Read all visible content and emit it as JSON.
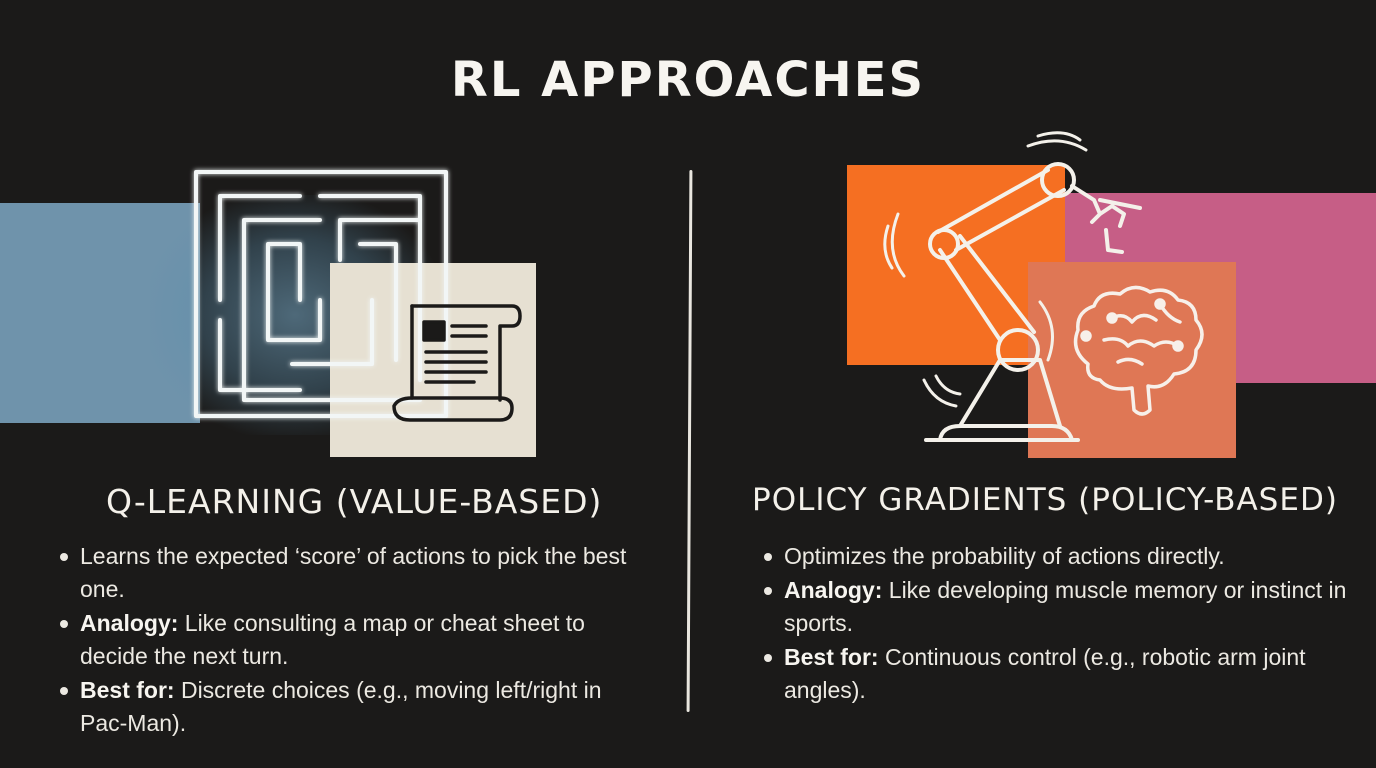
{
  "title": "RL APPROACHES",
  "left": {
    "heading": "Q-LEARNING (VALUE-BASED)",
    "bullets": [
      {
        "label": "",
        "text": "Learns the expected ‘score’ of actions to pick the best one."
      },
      {
        "label": "Analogy:",
        "text": " Like consulting a map or cheat sheet to decide the next turn."
      },
      {
        "label": "Best for:",
        "text": " Discrete choices (e.g., moving left/right in Pac-Man)."
      }
    ],
    "icons": [
      "maze-icon",
      "scroll-icon"
    ]
  },
  "right": {
    "heading": "POLICY GRADIENTS (POLICY-BASED)",
    "bullets": [
      {
        "label": "",
        "text": "Optimizes the probability of actions directly."
      },
      {
        "label": "Analogy:",
        "text": " Like developing muscle memory or instinct in sports."
      },
      {
        "label": "Best for:",
        "text": " Continuous control (e.g., robotic arm joint angles)."
      }
    ],
    "icons": [
      "robotic-arm-icon",
      "brain-icon"
    ]
  },
  "colors": {
    "background": "#1b1a19",
    "left_band": "#6f93ab",
    "left_square": "#e6e0d2",
    "right_orange": "#f56f22",
    "right_pink": "#c65e86",
    "right_salmon": "#df7755"
  }
}
